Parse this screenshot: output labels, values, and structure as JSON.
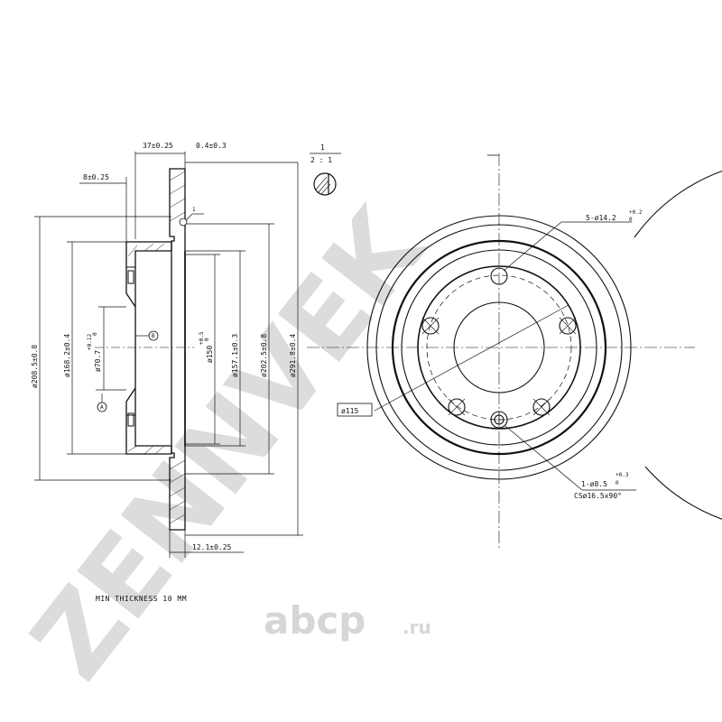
{
  "watermark": {
    "text": "ZENNVEK",
    "color": "#dcdcdc"
  },
  "brand": {
    "main": "abcp",
    "suffix": ".ru"
  },
  "note": "MIN THICKNESS 10 MM",
  "detail": {
    "scale_top": "1",
    "scale_bottom": "2 : 1"
  },
  "labels": {
    "balloon_1": "1",
    "balloon_a": "A",
    "balloon_b": "B"
  },
  "dimensions": {
    "top_37": "37±0.25",
    "top_04": "0.4±0.3",
    "top_8": "8±0.25",
    "bottom_121": "12.1±0.25",
    "d2085": "ø208.5±0.8",
    "d1682": "ø168.2±0.4",
    "d707": "ø70.7",
    "d707_tol": "+0.12",
    "d707_tol0": "0",
    "d150": "ø150",
    "d150_tol": "+0.5",
    "d150_tol0": "0",
    "d1571": "ø157.1±0.3",
    "d2025": "ø202.5±0.8",
    "d2918": "ø291.8±0.4",
    "d115": "ø115",
    "holes5": "5-ø14.2",
    "holes5_tol": "+0.2",
    "holes5_tol0": "0",
    "hole1": "1-ø8.5",
    "hole1_tol": "+0.3",
    "hole1_tol0": "0",
    "countersink": "CSø16.5x90°"
  }
}
